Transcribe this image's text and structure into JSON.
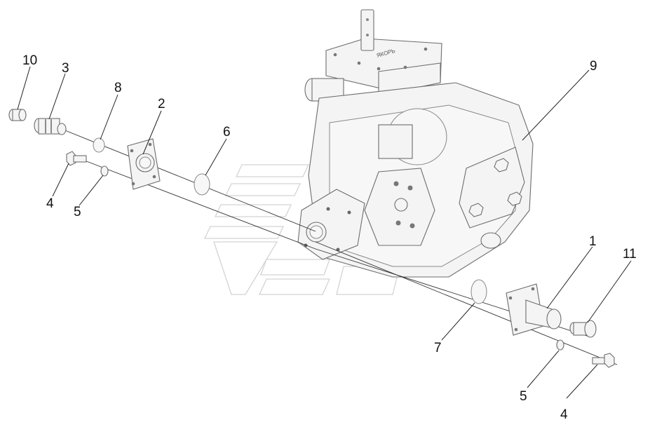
{
  "diagram": {
    "callouts": [
      {
        "id": "c10a",
        "text": "10"
      },
      {
        "id": "c3",
        "text": "3"
      },
      {
        "id": "c8",
        "text": "8"
      },
      {
        "id": "c2",
        "text": "2"
      },
      {
        "id": "c6",
        "text": "6"
      },
      {
        "id": "c9",
        "text": "9"
      },
      {
        "id": "c4a",
        "text": "4"
      },
      {
        "id": "c5a",
        "text": "5"
      },
      {
        "id": "c1",
        "text": "1"
      },
      {
        "id": "c11",
        "text": "11"
      },
      {
        "id": "c7",
        "text": "7"
      },
      {
        "id": "c5b",
        "text": "5"
      },
      {
        "id": "c4b",
        "text": "4"
      }
    ],
    "valve_plate_marking": "ЯКОРЬ"
  }
}
